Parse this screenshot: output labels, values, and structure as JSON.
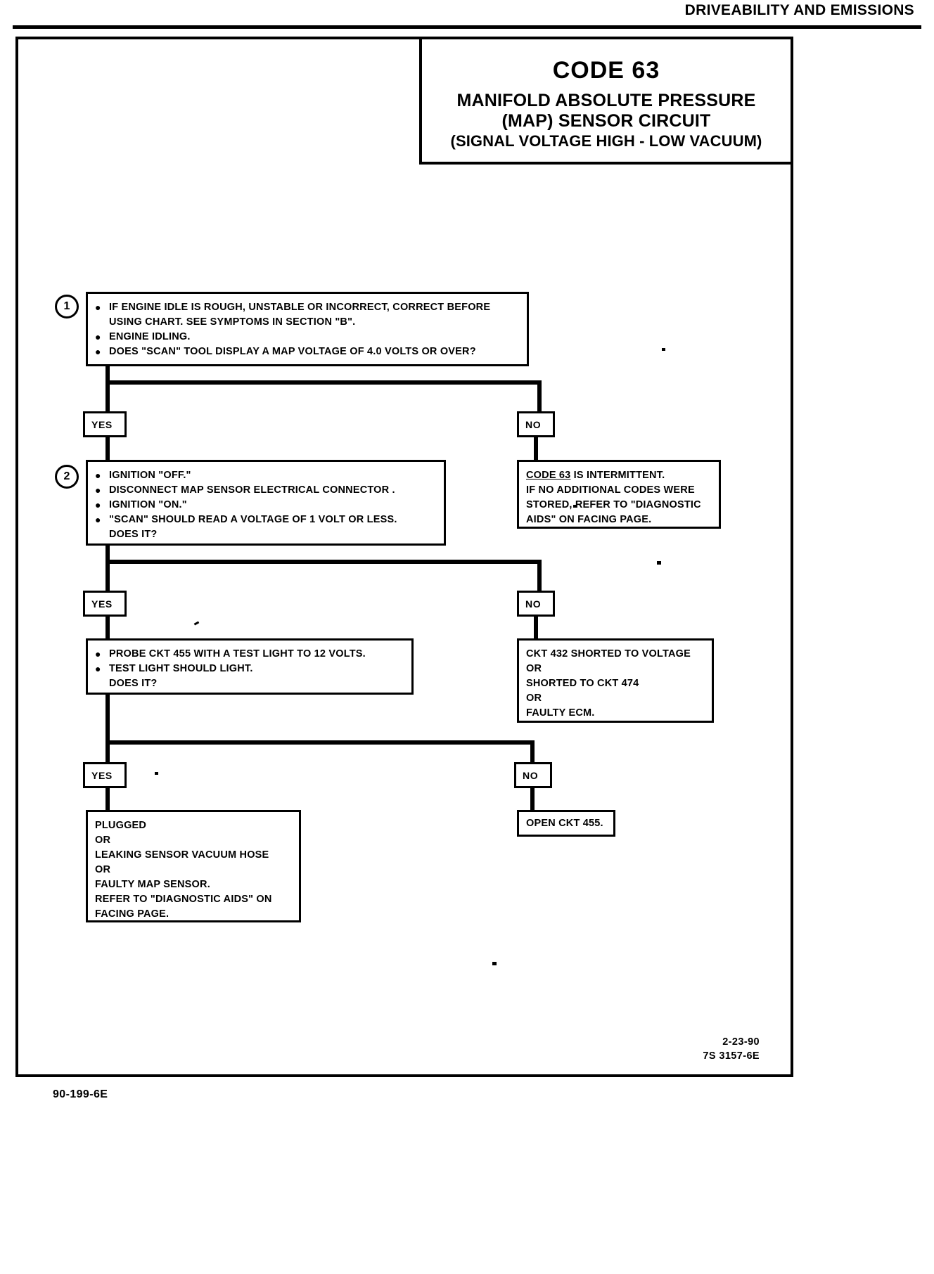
{
  "header": {
    "section_title": "DRIVEABILITY AND EMISSIONS"
  },
  "title_block": {
    "code": "CODE 63",
    "line1": "MANIFOLD ABSOLUTE PRESSURE",
    "line2": "(MAP) SENSOR CIRCUIT",
    "line3": "(SIGNAL VOLTAGE HIGH - LOW VACUUM)"
  },
  "steps": {
    "step1_number": "1",
    "step2_number": "2"
  },
  "labels": {
    "yes": "YES",
    "no": "NO"
  },
  "box1": {
    "bullet1_line1": "IF ENGINE IDLE IS ROUGH, UNSTABLE OR INCORRECT, CORRECT BEFORE",
    "bullet1_line2": "USING CHART.  SEE SYMPTOMS IN SECTION \"B\".",
    "bullet2": "ENGINE IDLING.",
    "bullet3": "DOES \"SCAN\" TOOL DISPLAY A MAP VOLTAGE OF 4.0  VOLTS OR OVER?"
  },
  "box2": {
    "bullet1": "IGNITION \"OFF.\"",
    "bullet2": "DISCONNECT MAP SENSOR ELECTRICAL CONNECTOR .",
    "bullet3": "IGNITION \"ON.\"",
    "bullet4_line1": "\"SCAN\" SHOULD READ  A VOLTAGE OF 1 VOLT OR LESS.",
    "bullet4_line2": "DOES IT?"
  },
  "box3": {
    "bullet1": "PROBE CKT 455 WITH A TEST LIGHT TO 12  VOLTS.",
    "bullet2_line1": "TEST LIGHT SHOULD LIGHT.",
    "bullet2_line2": "DOES IT?"
  },
  "result_intermittent": {
    "underlined": "CODE 63",
    "line1_rest": " IS INTERMITTENT.",
    "line2": "IF NO ADDITIONAL CODES WERE",
    "line3": "STORED, REFER TO \"DIAGNOSTIC",
    "line4": "AIDS\" ON FACING PAGE."
  },
  "result_shorted": {
    "line1": "CKT 432 SHORTED TO VOLTAGE",
    "line2": "OR",
    "line3": "SHORTED TO CKT 474",
    "line4": "OR",
    "line5": "FAULTY ECM."
  },
  "result_open": {
    "line1": "OPEN CKT 455."
  },
  "result_plugged": {
    "line1": "PLUGGED",
    "line2": "OR",
    "line3": "LEAKING SENSOR  VACUUM HOSE",
    "line4": "OR",
    "line5": "FAULTY MAP SENSOR.",
    "line6": "REFER TO \"DIAGNOSTIC AIDS\" ON",
    "line7": "FACING PAGE."
  },
  "doc_footer": {
    "date": "2-23-90",
    "doc_number": "7S 3157-6E"
  },
  "page_footer": {
    "page_id": "90-199-6E"
  }
}
